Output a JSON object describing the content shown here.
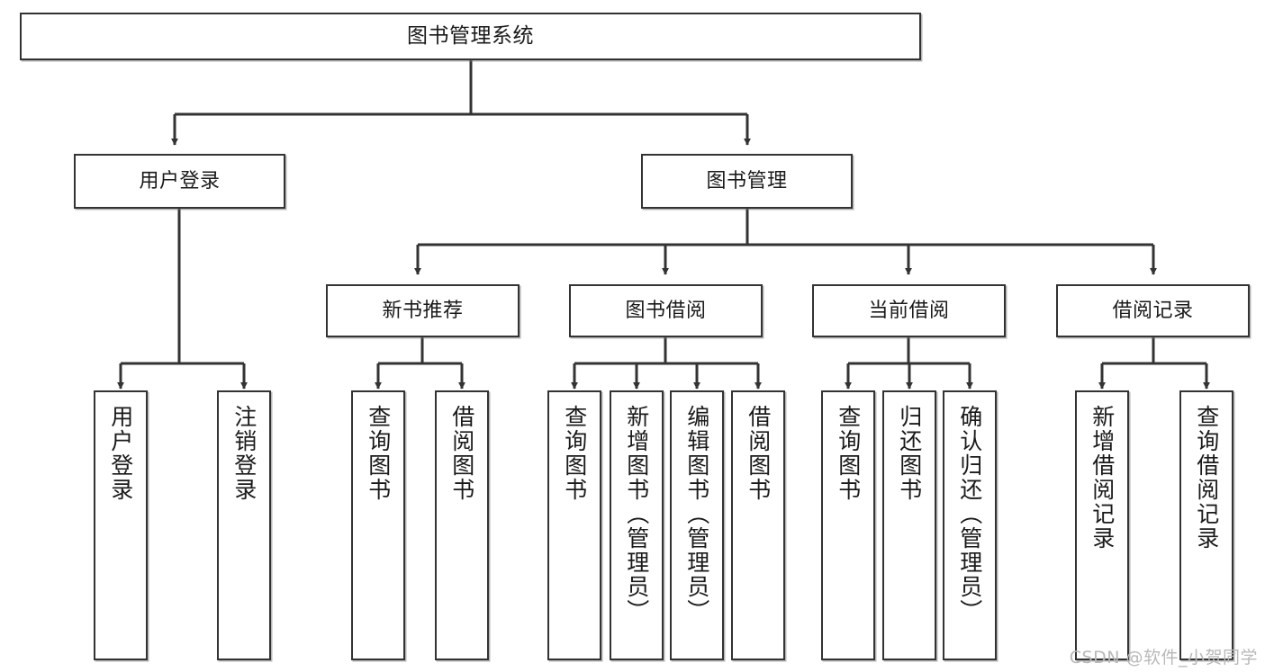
{
  "diagram": {
    "title": "图书管理系统",
    "type": "tree-hierarchy-diagram",
    "watermark": "CSDN @软件_小贺同学",
    "colors": {
      "node_border": "#333333",
      "node_fill": "#ffffff",
      "edge": "#333333",
      "text": "#1a1a1a",
      "watermark": "#b9b9b9",
      "background": "#ffffff"
    },
    "root": {
      "id": "root",
      "label": "图书管理系统"
    },
    "level2": [
      {
        "id": "user-login",
        "label": "用户登录"
      },
      {
        "id": "book-management",
        "label": "图书管理"
      }
    ],
    "level3": [
      {
        "id": "new-book-recommend",
        "label": "新书推荐"
      },
      {
        "id": "book-borrow",
        "label": "图书借阅"
      },
      {
        "id": "current-borrow",
        "label": "当前借阅"
      },
      {
        "id": "borrow-record",
        "label": "借阅记录"
      }
    ],
    "leaves": {
      "user_login": [
        {
          "id": "leaf-user-login",
          "label": "用户登录"
        },
        {
          "id": "leaf-logout-login",
          "label": "注销登录"
        }
      ],
      "new_book_recommend": [
        {
          "id": "leaf-query-book-1",
          "label": "查询图书"
        },
        {
          "id": "leaf-borrow-book-1",
          "label": "借阅图书"
        }
      ],
      "book_borrow": [
        {
          "id": "leaf-query-book-2",
          "label": "查询图书"
        },
        {
          "id": "leaf-add-book-admin",
          "label": "新增图书（管理员）"
        },
        {
          "id": "leaf-edit-book-admin",
          "label": "编辑图书（管理员）"
        },
        {
          "id": "leaf-borrow-book-2",
          "label": "借阅图书"
        }
      ],
      "current_borrow": [
        {
          "id": "leaf-query-book-3",
          "label": "查询图书"
        },
        {
          "id": "leaf-return-book",
          "label": "归还图书"
        },
        {
          "id": "leaf-confirm-return-admin",
          "label": "确认归还（管理员）"
        }
      ],
      "borrow_record": [
        {
          "id": "leaf-add-borrow-record",
          "label": "新增借阅记录"
        },
        {
          "id": "leaf-query-borrow-record",
          "label": "查询借阅记录"
        }
      ]
    }
  }
}
